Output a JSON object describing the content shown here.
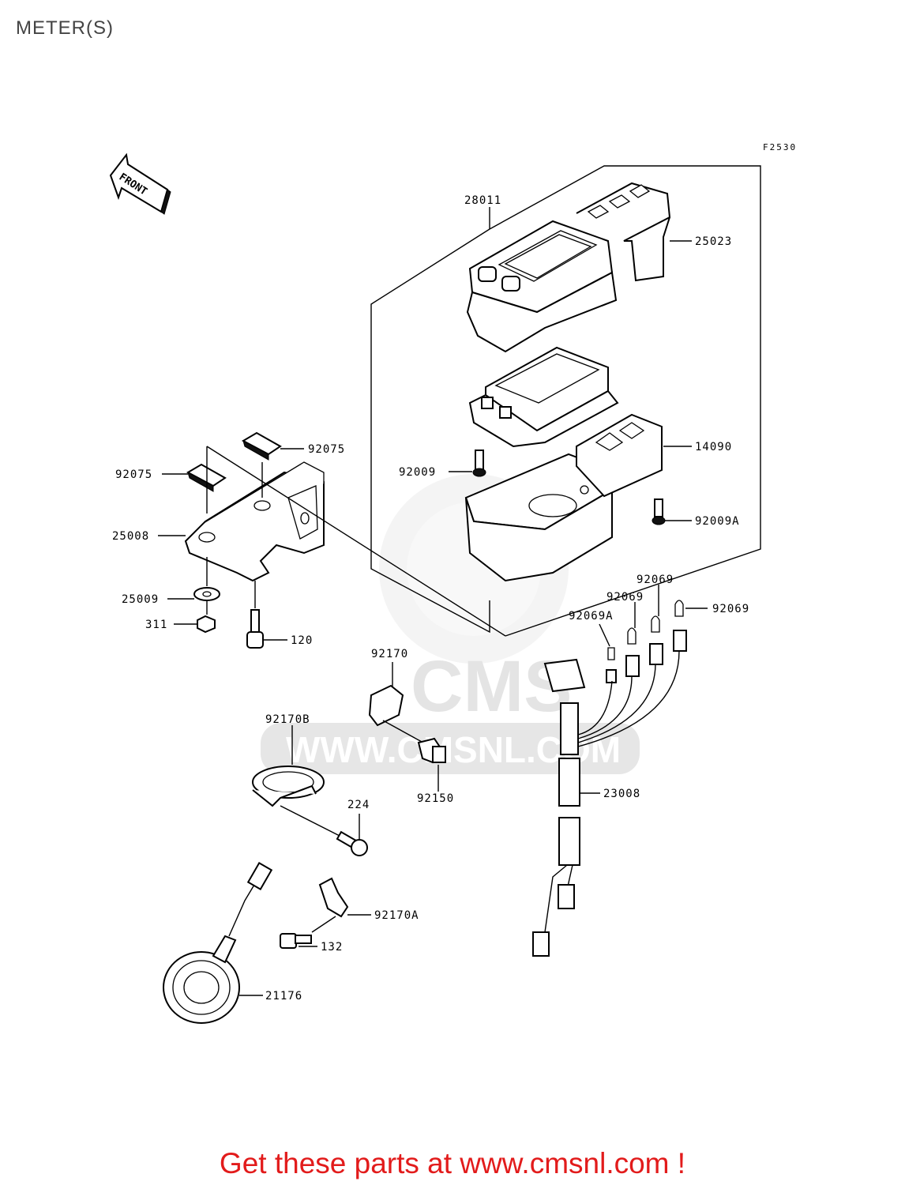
{
  "page": {
    "title": "METER(S)"
  },
  "diagram": {
    "figure_code": "F2530",
    "front_label": "FRONT",
    "watermark": {
      "brand": "CMS",
      "url": "WWW.CMSNL.COM"
    },
    "callouts": {
      "p28011": "28011",
      "p25023": "25023",
      "p14090": "14090",
      "p92009": "92009",
      "p92009A": "92009A",
      "p92075a": "92075",
      "p92075b": "92075",
      "p25008": "25008",
      "p25009": "25009",
      "p311": "311",
      "p120": "120",
      "p92069a": "92069",
      "p92069b": "92069",
      "p92069c": "92069",
      "p92069A": "92069A",
      "p92170": "92170",
      "p92170B": "92170B",
      "p92150": "92150",
      "p224": "224",
      "p23008": "23008",
      "p92170A": "92170A",
      "p132": "132",
      "p21176": "21176"
    }
  },
  "footer": {
    "cta": "Get these parts at www.cmsnl.com !"
  }
}
